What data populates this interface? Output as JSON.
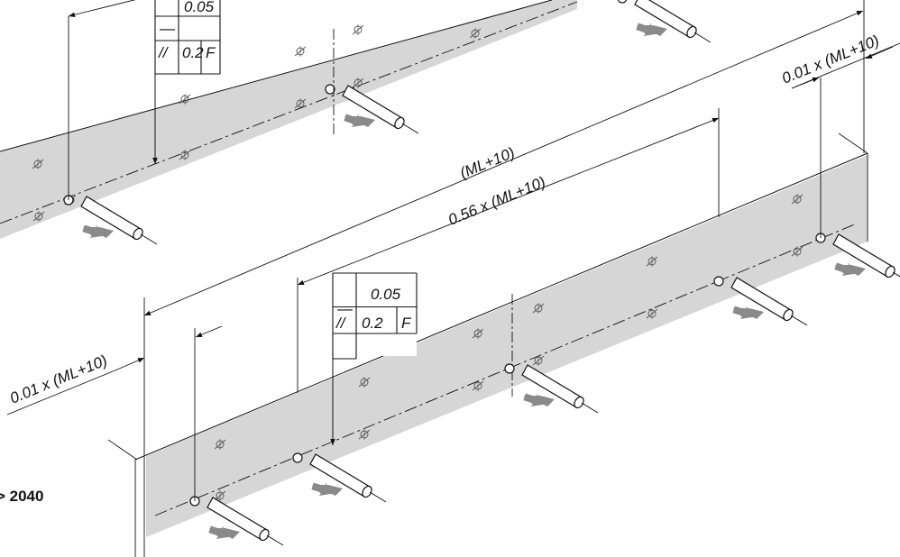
{
  "drawing": {
    "length_label": "> 2040",
    "dims": {
      "total": "(ML+10)",
      "support_span": "0.56 x (ML+10)",
      "overhang_left": "0.01 x (ML+10)",
      "overhang_right": "0.01 x (ML+10)"
    },
    "fcf": {
      "straightness_symbol": "—",
      "straightness_value": "0.05",
      "parallelism_symbol": "//",
      "parallelism_value": "0.2",
      "datum": "F"
    },
    "upper_fcf": {
      "straightness_symbol": "—",
      "straightness_value": "0.05",
      "parallelism_symbol": "//",
      "parallelism_value": "0.2",
      "datum": "F"
    },
    "colors": {
      "strip": "#d6d6d6",
      "line": "#111111",
      "arrow_fill": "#8a8a8a"
    },
    "icons": [
      "support-pin-icon",
      "force-arrow-icon",
      "target-mark-icon"
    ]
  }
}
